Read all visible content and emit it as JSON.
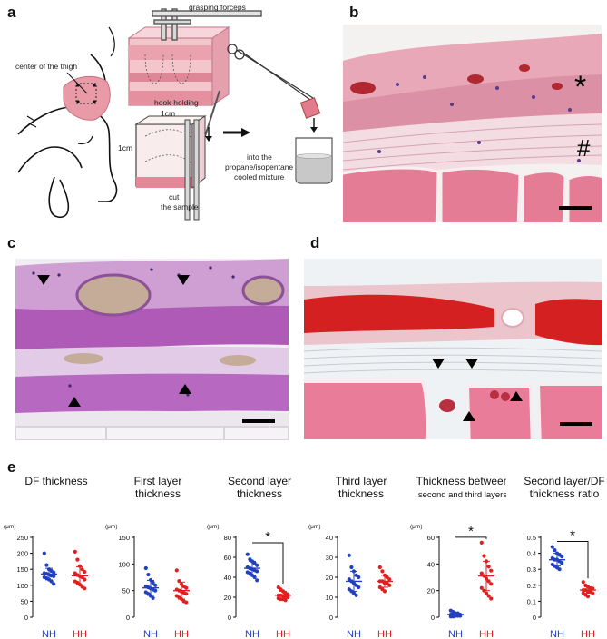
{
  "panels": {
    "a": "a",
    "b": "b",
    "c": "c",
    "d": "d",
    "e": "e"
  },
  "schematic": {
    "grasping_forceps": "grasping forceps",
    "center_of_thigh": "center of the thigh",
    "hook_holding": "hook-holding",
    "dim_width": "1cm",
    "dim_height": "1cm",
    "cut_the_sample_1": "cut",
    "cut_the_sample_2": "the sample",
    "into_mixture_1": "into the",
    "into_mixture_2": "propane/isopentane",
    "into_mixture_3": "cooled mixture"
  },
  "micrograph_b": {
    "star": "*",
    "hash": "#"
  },
  "colors": {
    "NH": "#2040c0",
    "HH": "#e02020",
    "he_pink": "#e8a0b4",
    "muscle": "#e77a95",
    "purple_stain": "#b060b8"
  },
  "chart_data": [
    {
      "type": "scatter",
      "title_lines": [
        "DF thickness",
        ""
      ],
      "unit": "(μm)",
      "categories": [
        "NH",
        "HH"
      ],
      "ylim": [
        0,
        250
      ],
      "yticks": [
        0,
        50,
        100,
        150,
        200,
        250
      ],
      "series": [
        {
          "name": "NH",
          "mean": 135,
          "sd": 18,
          "values": [
            200,
            163,
            150,
            145,
            140,
            138,
            136,
            133,
            130,
            128,
            125,
            122,
            118,
            112,
            104
          ]
        },
        {
          "name": "HH",
          "mean": 130,
          "sd": 28,
          "values": [
            205,
            180,
            160,
            150,
            142,
            138,
            132,
            128,
            125,
            118,
            112,
            108,
            102,
            95,
            90
          ]
        }
      ],
      "significance": null
    },
    {
      "type": "scatter",
      "title_lines": [
        "First layer",
        "thickness"
      ],
      "unit": "(μm)",
      "categories": [
        "NH",
        "HH"
      ],
      "ylim": [
        0,
        150
      ],
      "yticks": [
        0,
        50,
        100,
        150
      ],
      "series": [
        {
          "name": "NH",
          "mean": 55,
          "sd": 14,
          "values": [
            92,
            80,
            70,
            65,
            60,
            58,
            56,
            54,
            52,
            50,
            47,
            44,
            40,
            36
          ]
        },
        {
          "name": "HH",
          "mean": 50,
          "sd": 16,
          "values": [
            88,
            68,
            62,
            58,
            55,
            52,
            50,
            48,
            46,
            44,
            40,
            37,
            34,
            30,
            28
          ]
        }
      ],
      "significance": null
    },
    {
      "type": "scatter",
      "title_lines": [
        "Second layer",
        "thickness"
      ],
      "unit": "(μm)",
      "categories": [
        "NH",
        "HH"
      ],
      "ylim": [
        0,
        80
      ],
      "yticks": [
        0,
        20,
        40,
        60,
        80
      ],
      "series": [
        {
          "name": "NH",
          "mean": 49,
          "sd": 7,
          "values": [
            63,
            58,
            56,
            54,
            52,
            50,
            49,
            48,
            47,
            46,
            45,
            44,
            42,
            40,
            37
          ]
        },
        {
          "name": "HH",
          "mean": 22,
          "sd": 4,
          "values": [
            30,
            28,
            26,
            24,
            23,
            22,
            22,
            21,
            20,
            20,
            19,
            18,
            18,
            17
          ]
        }
      ],
      "significance": "*"
    },
    {
      "type": "scatter",
      "title_lines": [
        "Third layer",
        "thickness"
      ],
      "unit": "(μm)",
      "categories": [
        "NH",
        "HH"
      ],
      "ylim": [
        0,
        40
      ],
      "yticks": [
        0,
        10,
        20,
        30,
        40
      ],
      "series": [
        {
          "name": "NH",
          "mean": 18,
          "sd": 5,
          "values": [
            31,
            25,
            23,
            21,
            20,
            19,
            18,
            17,
            16,
            15,
            14,
            13,
            12,
            11
          ]
        },
        {
          "name": "HH",
          "mean": 18,
          "sd": 3,
          "values": [
            25,
            23,
            21,
            20,
            19,
            18,
            18,
            17,
            17,
            16,
            15,
            14,
            13
          ]
        }
      ],
      "significance": null
    },
    {
      "type": "scatter",
      "title_lines": [
        "Thickness between",
        "second and third layers"
      ],
      "unit": "(μm)",
      "categories": [
        "NH",
        "HH"
      ],
      "ylim": [
        0,
        60
      ],
      "yticks": [
        0,
        20,
        40,
        60
      ],
      "series": [
        {
          "name": "NH",
          "mean": 2,
          "sd": 1,
          "values": [
            5,
            4,
            3,
            3,
            2,
            2,
            2,
            1,
            1,
            1,
            0.5,
            0.5
          ]
        },
        {
          "name": "HH",
          "mean": 31,
          "sd": 11,
          "values": [
            56,
            46,
            42,
            38,
            35,
            33,
            31,
            29,
            27,
            25,
            22,
            20,
            18,
            16,
            14
          ]
        }
      ],
      "significance": "*"
    },
    {
      "type": "scatter",
      "title_lines": [
        "Second layer/DF",
        "thickness ratio"
      ],
      "unit": "",
      "categories": [
        "NH",
        "HH"
      ],
      "ylim": [
        0,
        0.5
      ],
      "yticks": [
        0,
        0.1,
        0.2,
        0.3,
        0.4,
        0.5
      ],
      "series": [
        {
          "name": "NH",
          "mean": 0.36,
          "sd": 0.04,
          "values": [
            0.44,
            0.42,
            0.4,
            0.39,
            0.38,
            0.37,
            0.36,
            0.36,
            0.35,
            0.34,
            0.33,
            0.32,
            0.31,
            0.3
          ]
        },
        {
          "name": "HH",
          "mean": 0.17,
          "sd": 0.02,
          "values": [
            0.22,
            0.2,
            0.19,
            0.18,
            0.18,
            0.17,
            0.17,
            0.16,
            0.16,
            0.15,
            0.15,
            0.14,
            0.13
          ]
        }
      ],
      "significance": "*"
    }
  ]
}
